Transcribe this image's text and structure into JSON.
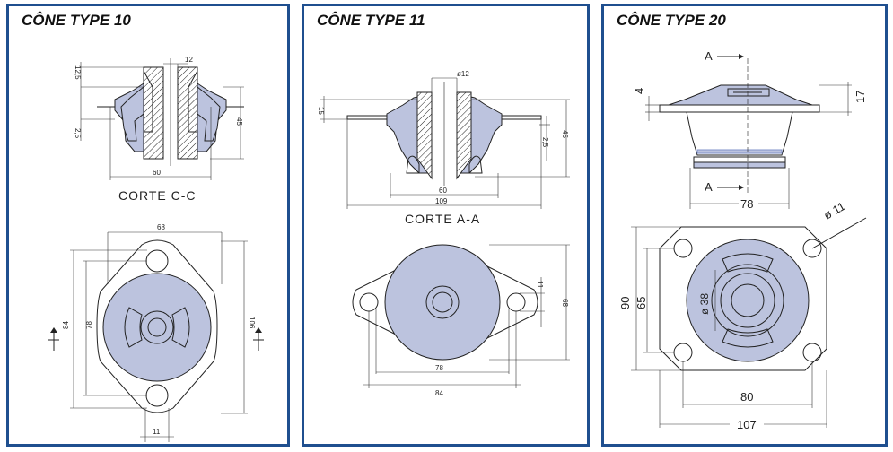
{
  "colors": {
    "frame": "#1f4f8f",
    "rubber": "#bcc3de",
    "line": "#222222"
  },
  "panels": [
    {
      "title": "CÔNE TYPE 10",
      "section_caption": "CORTE  C-C",
      "dims": {
        "d12": "12",
        "d12_5": "12,5",
        "d2_5": "2,5",
        "d45": "45",
        "d60": "60",
        "d68": "68",
        "d106": "106",
        "d84": "84",
        "d78": "78",
        "d11": "11"
      }
    },
    {
      "title": "CÔNE TYPE 11",
      "section_caption": "CORTE A-A",
      "dims": {
        "d12": "ø12",
        "d15": "15",
        "d2_5": "2,5",
        "d45": "45",
        "d60": "60",
        "d109": "109",
        "d11": "11",
        "d68": "68",
        "d78": "78",
        "d84": "84"
      }
    },
    {
      "title": "CÔNE TYPE 20",
      "section_marks": [
        "A",
        "A"
      ],
      "dims": {
        "d4": "4",
        "d17": "17",
        "d78": "78",
        "d11": "ø 11",
        "d90": "90",
        "d65": "65",
        "d38": "ø 38",
        "d80": "80",
        "d107": "107"
      }
    }
  ]
}
